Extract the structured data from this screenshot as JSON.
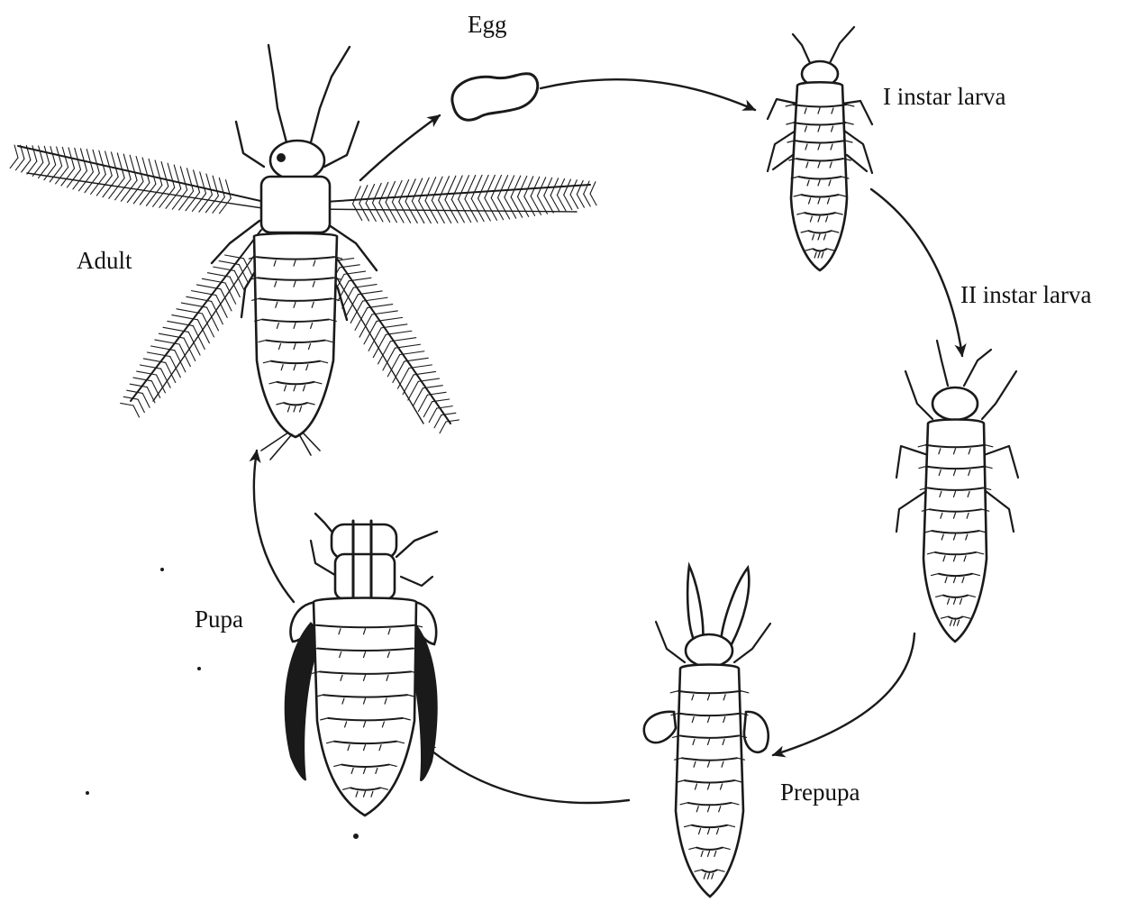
{
  "diagram": {
    "labels": {
      "egg": "Egg",
      "instar1": "I instar larva",
      "instar2": "II instar larva",
      "prepupa": "Prepupa",
      "pupa": "Pupa",
      "adult": "Adult"
    },
    "cycle_order": [
      "Egg",
      "I instar larva",
      "II instar larva",
      "Prepupa",
      "Pupa",
      "Adult"
    ],
    "colors": {
      "ink": "#1a1a1a",
      "background": "#ffffff"
    }
  }
}
